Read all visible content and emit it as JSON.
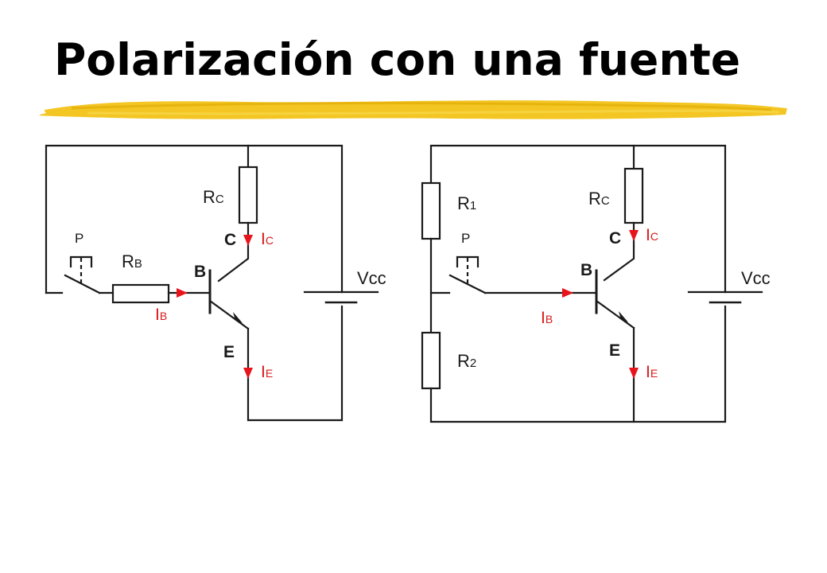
{
  "title": "Polarización con una fuente",
  "colors": {
    "underline": "#f2c318",
    "current": "#d81a1a",
    "arrow": "#e8141b",
    "wire": "#1a1a1a"
  },
  "left": {
    "rc": "R",
    "rc_sub": "C",
    "rb": "R",
    "rb_sub": "B",
    "p": "P",
    "b": "B",
    "c": "C",
    "e": "E",
    "ic": "I",
    "ic_sub": "C",
    "ib": "I",
    "ib_sub": "B",
    "ie": "I",
    "ie_sub": "E",
    "vcc": "Vcc"
  },
  "right": {
    "r1": "R",
    "r1_sub": "1",
    "r2": "R",
    "r2_sub": "2",
    "rc": "R",
    "rc_sub": "C",
    "p": "P",
    "b": "B",
    "c": "C",
    "e": "E",
    "ic": "I",
    "ic_sub": "C",
    "ib": "I",
    "ib_sub": "B",
    "ie": "I",
    "ie_sub": "E",
    "vcc": "Vcc"
  }
}
